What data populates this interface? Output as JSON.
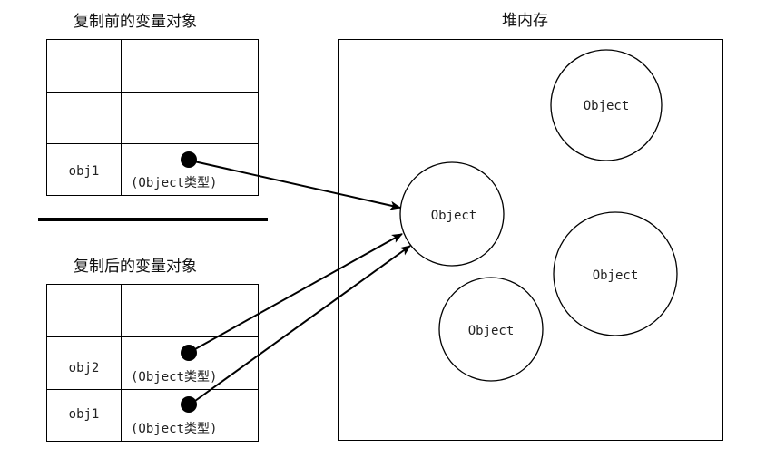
{
  "before": {
    "title": "复制前的变量对象",
    "rows": [
      {
        "name": "",
        "value": ""
      },
      {
        "name": "",
        "value": ""
      },
      {
        "name": "obj1",
        "value": "(Object类型)",
        "pointer": true
      }
    ]
  },
  "after": {
    "title": "复制后的变量对象",
    "rows": [
      {
        "name": "",
        "value": ""
      },
      {
        "name": "obj2",
        "value": "(Object类型)",
        "pointer": true
      },
      {
        "name": "obj1",
        "value": "(Object类型)",
        "pointer": true
      }
    ]
  },
  "heap": {
    "title": "堆内存",
    "objects": [
      {
        "id": "top-right",
        "label": "Object"
      },
      {
        "id": "referenced",
        "label": "Object"
      },
      {
        "id": "middle-right",
        "label": "Object"
      },
      {
        "id": "bottom-middle",
        "label": "Object"
      }
    ]
  },
  "references": [
    {
      "from": "before.obj1",
      "to": "referenced"
    },
    {
      "from": "after.obj2",
      "to": "referenced"
    },
    {
      "from": "after.obj1",
      "to": "referenced"
    }
  ]
}
